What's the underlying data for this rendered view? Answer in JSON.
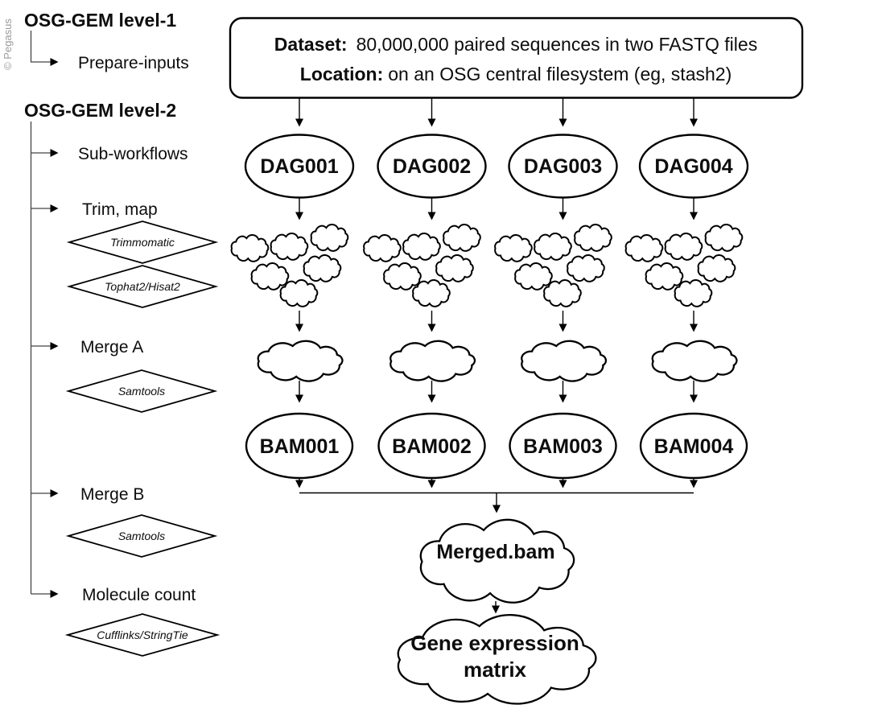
{
  "watermark": "© Pegasus",
  "colors": {
    "ink": "#000000",
    "tree_line": "#444444",
    "watermark_gray": "#9b9b9b",
    "background": "#ffffff"
  },
  "legend": {
    "level1": {
      "title": "OSG-GEM level-1",
      "items": [
        {
          "label": "Prepare-inputs"
        }
      ]
    },
    "level2": {
      "title": "OSG-GEM level-2",
      "items": [
        {
          "label": "Sub-workflows",
          "tools": []
        },
        {
          "label": "Trim, map",
          "tools": [
            "Trimmomatic",
            "Tophat2/Hisat2"
          ]
        },
        {
          "label": "Merge A",
          "tools": [
            "Samtools"
          ]
        },
        {
          "label": "Merge B",
          "tools": [
            "Samtools"
          ]
        },
        {
          "label": "Molecule count",
          "tools": [
            "Cufflinks/StringTie"
          ]
        }
      ]
    }
  },
  "dataset_box": {
    "dataset_label": "Dataset:",
    "dataset_text": "80,000,000 paired sequences in two FASTQ files",
    "location_label": "Location:",
    "location_text": "on an OSG central filesystem (eg, stash2)"
  },
  "pipeline": {
    "dag_nodes": [
      "DAG001",
      "DAG002",
      "DAG003",
      "DAG004"
    ],
    "bam_nodes": [
      "BAM001",
      "BAM002",
      "BAM003",
      "BAM004"
    ],
    "merged_cloud": "Merged.bam",
    "output_cloud_line1": "Gene expression",
    "output_cloud_line2": "matrix"
  }
}
